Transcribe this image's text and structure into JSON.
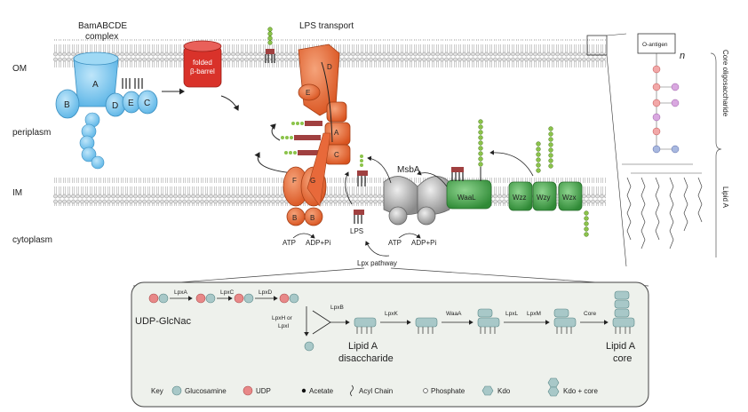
{
  "regions": {
    "om": "OM",
    "periplasm": "periplasm",
    "im": "IM",
    "cytoplasm": "cytoplasm"
  },
  "labels": {
    "bam_line1": "BamABCDE",
    "bam_line2": "complex",
    "folded_line1": "folded",
    "folded_line2": "β-barrel",
    "lps_transport": "LPS transport",
    "msba": "MsbA",
    "waal": "WaaL",
    "wzz": "Wzz",
    "wzy": "Wzy",
    "wzx": "Wzx",
    "lps": "LPS",
    "atp_left": "ATP",
    "adp_left": "ADP+Pi",
    "atp_right": "ATP",
    "adp_right": "ADP+Pi",
    "lpx_pathway": "Lpx pathway",
    "bam_a": "A",
    "bam_b": "B",
    "bam_c": "C",
    "bam_d": "D",
    "bam_e": "E",
    "lpt_d": "D",
    "lpt_e": "E",
    "lpt_c": "C",
    "lpt_a": "A",
    "lpt_f": "F",
    "lpt_g": "G",
    "lpt_b1": "B",
    "lpt_b2": "B"
  },
  "inset": {
    "o_antigen": "O-antigen",
    "n": "n",
    "core_oligosaccharide": "Core oligosaccharide",
    "lipid_a": "Lipid A"
  },
  "pathway": {
    "udp_glcnac": "UDP-GlcNac",
    "enzymes": [
      "LpxA",
      "LpxC",
      "LpxD",
      "LpxH or",
      "LpxI",
      "LpxB",
      "LpxK",
      "WaaA",
      "LpxL",
      "LpxM",
      "Core"
    ],
    "lipid_a_line1": "Lipid A",
    "lipid_a_line2": "disaccharide",
    "lipid_a_core_line1": "Lipid A",
    "lipid_a_core_line2": "core"
  },
  "key": {
    "title": "Key",
    "items": [
      "Glucosamine",
      "UDP",
      "Acetate",
      "Acyl Chain",
      "Phosphate",
      "Kdo",
      "Kdo + core"
    ]
  },
  "colors": {
    "bam": "#7ecbf0",
    "lpt": "#e8693a",
    "folded": "#d8322a",
    "wz": "#4aa44a",
    "msba": "#bdbdbd",
    "glucosamine": "#a8c8c8",
    "udp": "#e88888"
  }
}
